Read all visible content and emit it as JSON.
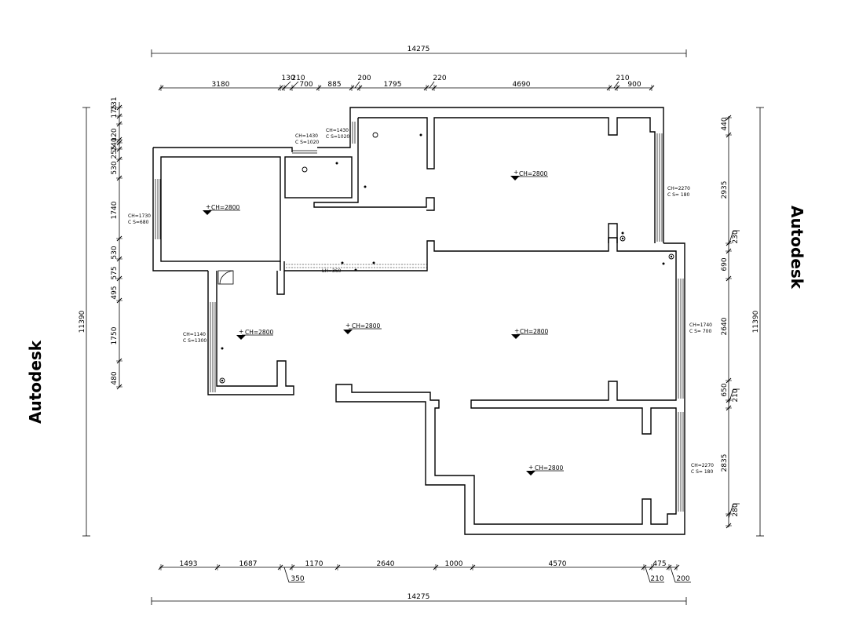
{
  "watermark": "Autodesk",
  "overall": {
    "width": "14275",
    "height": "11390"
  },
  "top_dims": [
    "3180",
    "130",
    "210",
    "700",
    "885",
    "200",
    "1795",
    "220",
    "4690",
    "210",
    "900"
  ],
  "bottom_dims": [
    "1493",
    "1687",
    "350",
    "1170",
    "2640",
    "1000",
    "4570",
    "210",
    "475",
    "200"
  ],
  "left_dims": [
    "175",
    "231",
    "240",
    "120",
    "255",
    "530",
    "1740",
    "530",
    "575",
    "495",
    "1750",
    "480"
  ],
  "right_dims": [
    "440",
    "2935",
    "230",
    "690",
    "2640",
    "650",
    "210",
    "2835",
    "280"
  ],
  "rooms": {
    "bedroom_left": "CH=2800",
    "kitchen_upper": "CH=2800",
    "small_room": "CH=2800",
    "living": "CH=2800",
    "right_middle": "CH=2800",
    "bottom_right": "CH=2800"
  },
  "windows": {
    "left_top": [
      "CH=1730",
      "C S=680"
    ],
    "top_a": [
      "CH=1430",
      "C S=1020"
    ],
    "top_b": [
      "CH=1430",
      "C S=1020"
    ],
    "right_top": [
      "CH=2270",
      "C S=  180"
    ],
    "right_mid": [
      "CH=1740",
      "C S=  700"
    ],
    "right_bot": [
      "CH=2270",
      "C S=  180"
    ],
    "left_bot": [
      "CH=1140",
      "C S=1300"
    ]
  },
  "beam": "LH=360"
}
